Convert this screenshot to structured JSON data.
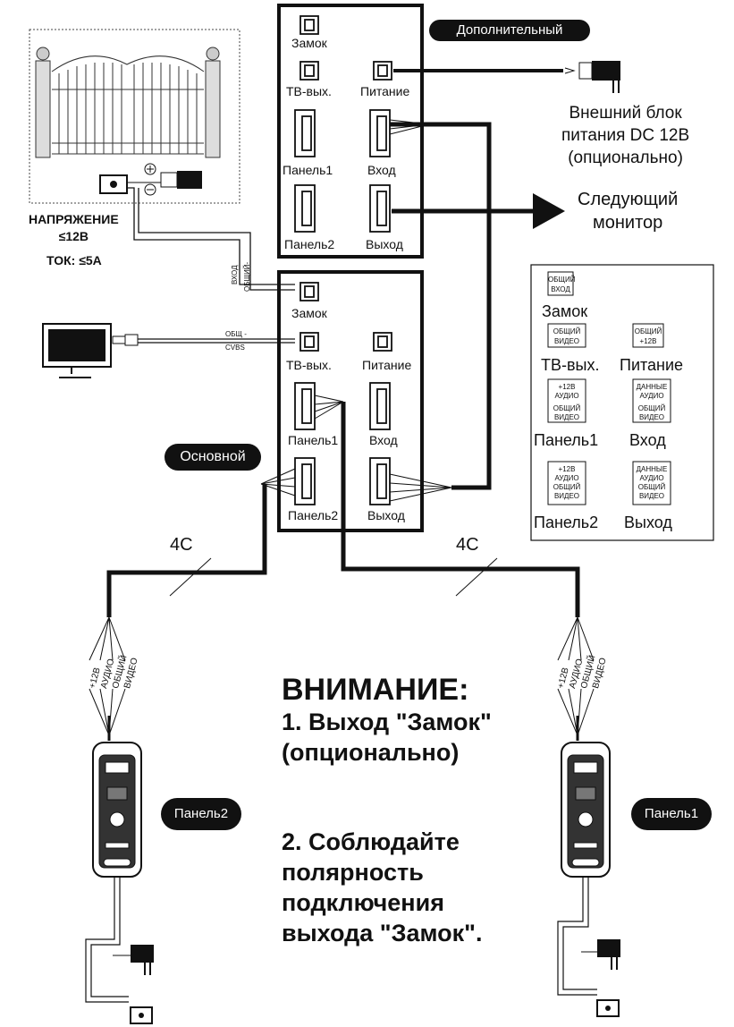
{
  "power_warning": {
    "voltage": "НАПРЯЖЕНИЕ\n≤12В",
    "current": "ТОК: ≤5А"
  },
  "lock_wires": [
    "ВХОД",
    "ОБЩИЙ-"
  ],
  "tv_wires": [
    "ОБЩ -",
    "CVBS"
  ],
  "extra_monitor": {
    "title": "Дополнительный",
    "ports": {
      "lock": "Замок",
      "tv_out": "ТВ-вых.",
      "power": "Питание",
      "panel1": "Панель1",
      "input": "Вход",
      "panel2": "Панель2",
      "output": "Выход"
    }
  },
  "main_monitor": {
    "title": "Основной",
    "ports": {
      "lock": "Замок",
      "tv_out": "ТВ-вых.",
      "power": "Питание",
      "panel1": "Панель1",
      "input": "Вход",
      "panel2": "Панель2",
      "output": "Выход"
    }
  },
  "external_power": "Внешний блок\nпитания DC 12В\n(опционально)",
  "next_monitor": "Следующий\nмонитор",
  "cable_type_left": "4C",
  "cable_type_right": "4C",
  "panel_wires": [
    "+12В",
    "АУДИО",
    "ОБЩИЙ",
    "ВИДЕО"
  ],
  "panel_labels": {
    "left": "Панель2",
    "right": "Панель1"
  },
  "legend": {
    "lock": {
      "pins": [
        "ОБЩИЙ",
        "ВХОД"
      ],
      "name": "Замок"
    },
    "tv_out": {
      "pins": [
        "ОБЩИЙ",
        "ВИДЕО"
      ],
      "name": "ТВ-вых."
    },
    "power": {
      "pins": [
        "ОБЩИЙ",
        "+12В"
      ],
      "name": "Питание"
    },
    "panel1": {
      "pins": [
        "+12В",
        "АУДИО",
        "ОБЩИЙ",
        "ВИДЕО"
      ],
      "name": "Панель1"
    },
    "input": {
      "pins": [
        "ДАННЫЕ",
        "АУДИО",
        "ОБЩИЙ",
        "ВИДЕО"
      ],
      "name": "Вход"
    },
    "panel2": {
      "pins": [
        "+12В",
        "АУДИО",
        "ОБЩИЙ",
        "ВИДЕО"
      ],
      "name": "Панель2"
    },
    "output": {
      "pins": [
        "ДАННЫЕ",
        "АУДИО",
        "ОБЩИЙ",
        "ВИДЕО"
      ],
      "name": "Выход"
    }
  },
  "notice": {
    "title": "ВНИМАНИЕ:",
    "item1": "1. Выход \"Замок\"\n(опционально)",
    "item2": "2. Соблюдайте\nполярность\nподключения\nвыхода \"Замок\"."
  }
}
